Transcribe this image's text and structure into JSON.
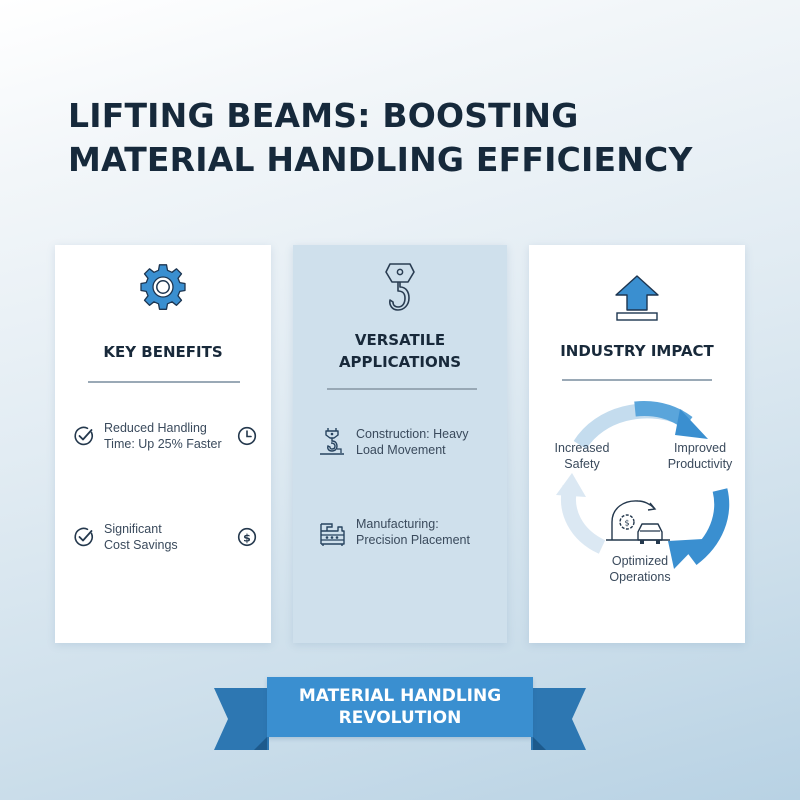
{
  "title": "LIFTING BEAMS: BOOSTING\nMATERIAL HANDLING EFFICIENCY",
  "colors": {
    "accent_blue": "#3a8fd0",
    "dark_text": "#16293b",
    "body_text": "#3a4a5c",
    "middle_card_bg": "#cfe0ec"
  },
  "cards": [
    {
      "heading": "KEY BENEFITS",
      "icon": "gear-icon",
      "items": [
        {
          "text": "Reduced Handling\nTime: Up 25% Faster",
          "lead_icon": "check-circle-icon",
          "trail_icon": "clock-icon"
        },
        {
          "text": "Significant\nCost Savings",
          "lead_icon": "check-circle-icon",
          "trail_icon": "dollar-circle-icon"
        }
      ]
    },
    {
      "heading": "VERSATILE\nAPPLICATIONS",
      "icon": "crane-hook-icon",
      "items": [
        {
          "text": "Construction: Heavy\nLoad Movement",
          "lead_icon": "construction-hook-icon"
        },
        {
          "text": "Manufacturing:\nPrecision Placement",
          "lead_icon": "manufacturing-machine-icon"
        }
      ]
    },
    {
      "heading": "INDUSTRY IMPACT",
      "icon": "up-arrow-icon",
      "cycle": {
        "labels": [
          "Increased\nSafety",
          "Improved\nProductivity",
          "Optimized\nOperations"
        ],
        "center_icon": "gear-vehicle-icon"
      }
    }
  ],
  "banner": {
    "text": "MATERIAL HANDLING\nREVOLUTION"
  }
}
